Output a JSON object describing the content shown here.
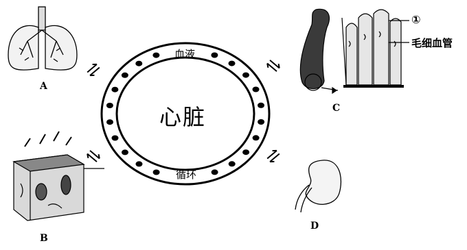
{
  "center": {
    "heart": "心脏",
    "top_label": "血液",
    "bottom_label": "循环"
  },
  "organs": [
    {
      "letter": "A",
      "icon": "lungs-icon"
    },
    {
      "letter": "B",
      "icon": "skin-section-icon"
    },
    {
      "letter": "C",
      "icon": "intestinal-villi-icon"
    },
    {
      "letter": "D",
      "icon": "kidney-icon"
    }
  ],
  "callouts": {
    "marker": "①",
    "capillary": "毛细血管"
  },
  "exchange_symbol": "⇄",
  "colors": {
    "ink": "#000000",
    "tissue_gray": "#bdbdbd",
    "dark_tissue": "#333333",
    "background": "#ffffff"
  }
}
